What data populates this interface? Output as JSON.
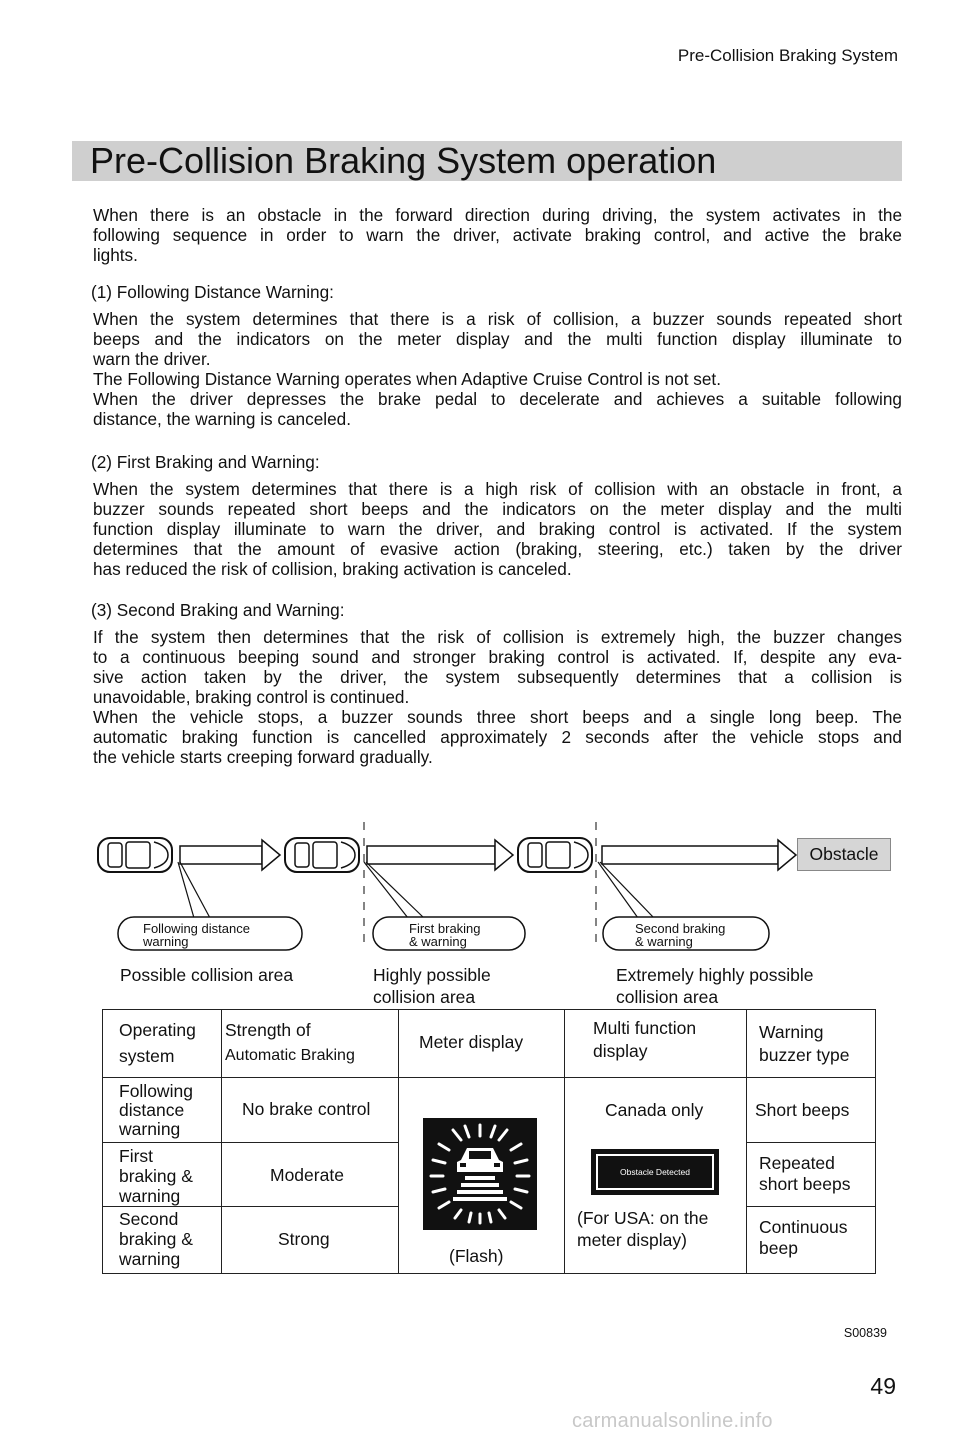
{
  "header": {
    "running_title": "Pre-Collision Braking System"
  },
  "section": {
    "title": "Pre-Collision Braking System operation"
  },
  "intro": [
    "When there is an obstacle in the forward direction during driving, the system activates in the",
    "following sequence in order to warn the driver, activate braking control, and active the brake",
    "lights."
  ],
  "steps": [
    {
      "heading": "(1) Following Distance Warning:",
      "lines": [
        "When the system determines that there is a risk of collision, a buzzer sounds repeated short",
        "beeps and the indicators on the meter display and the multi function display illuminate to",
        "warn the driver.",
        "The Following Distance Warning operates when Adaptive Cruise Control is not set.",
        "When the driver depresses the brake pedal to decelerate and achieves a suitable following",
        "distance, the warning is canceled."
      ]
    },
    {
      "heading": "(2) First Braking and Warning:",
      "lines": [
        "When the system determines that there is a high risk of collision with an obstacle in front, a",
        "buzzer sounds repeated short beeps and the indicators on the meter display and the multi",
        "function display illuminate to warn the driver, and braking control is activated. If the system",
        "determines that the amount of evasive action (braking, steering, etc.) taken by the driver",
        "has reduced the risk of collision, braking activation is canceled."
      ]
    },
    {
      "heading": "(3) Second Braking and Warning:",
      "lines": [
        "If the system then determines that the risk of collision is extremely high, the buzzer changes",
        "to a continuous beeping sound and stronger braking control is activated. If, despite any eva-",
        "sive action taken by the driver, the system subsequently determines that a collision is",
        "unavoidable, braking control is continued.",
        "When the vehicle stops, a buzzer sounds three short beeps and a single long beep. The",
        "automatic braking function is cancelled approximately 2 seconds after the vehicle stops and",
        "the vehicle starts creeping forward gradually."
      ]
    }
  ],
  "diagram": {
    "obstacle": "Obstacle",
    "pills": [
      {
        "line1": "Following distance",
        "line2": "warning"
      },
      {
        "line1": "First braking",
        "line2": "& warning"
      },
      {
        "line1": "Second braking",
        "line2": "& warning"
      }
    ],
    "areas": [
      {
        "line1": "Possible collision area",
        "line2": ""
      },
      {
        "line1": "Highly possible",
        "line2": "collision area"
      },
      {
        "line1": "Extremely highly possible",
        "line2": "collision area"
      }
    ]
  },
  "table": {
    "headers": {
      "operating_1": "Operating",
      "operating_2": "system",
      "strength_1": "Strength of",
      "strength_2": "Automatic Braking",
      "meter": "Meter display",
      "mfd_1": "Multi function",
      "mfd_2": "display",
      "buzzer_1": "Warning",
      "buzzer_2": "buzzer type"
    },
    "rows": [
      {
        "system": [
          "Following",
          "distance",
          "warning"
        ],
        "strength": "No brake control",
        "buzzer": [
          "Short beeps"
        ]
      },
      {
        "system": [
          "First",
          "braking &",
          "warning"
        ],
        "strength": "Moderate",
        "buzzer": [
          "Repeated",
          "short beeps"
        ]
      },
      {
        "system": [
          "Second",
          "braking &",
          "warning"
        ],
        "strength": "Strong",
        "buzzer": [
          "Continuous",
          "beep"
        ]
      }
    ],
    "meter_caption": "(Flash)",
    "mfd_canada": "Canada only",
    "mfd_screen_text": "Obstacle Detected",
    "mfd_usa_1": "(For USA: on the",
    "mfd_usa_2": "meter display)"
  },
  "footer": {
    "figure_code": "S00839",
    "page_number": "49",
    "watermark": "carmanualsonline.info"
  }
}
